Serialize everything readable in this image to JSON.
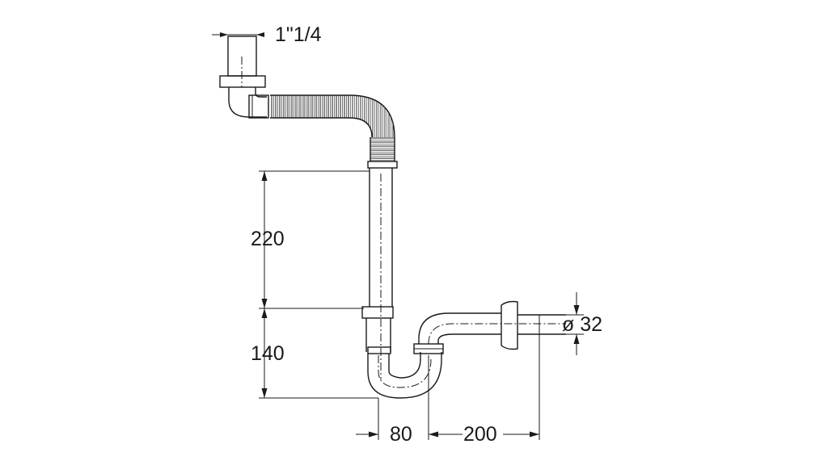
{
  "dimensions": {
    "inlet_size": "1\"1/4",
    "upper_height": "220",
    "lower_height": "140",
    "trap_offset": "80",
    "outlet_length": "200",
    "outlet_diameter": "ø 32"
  }
}
